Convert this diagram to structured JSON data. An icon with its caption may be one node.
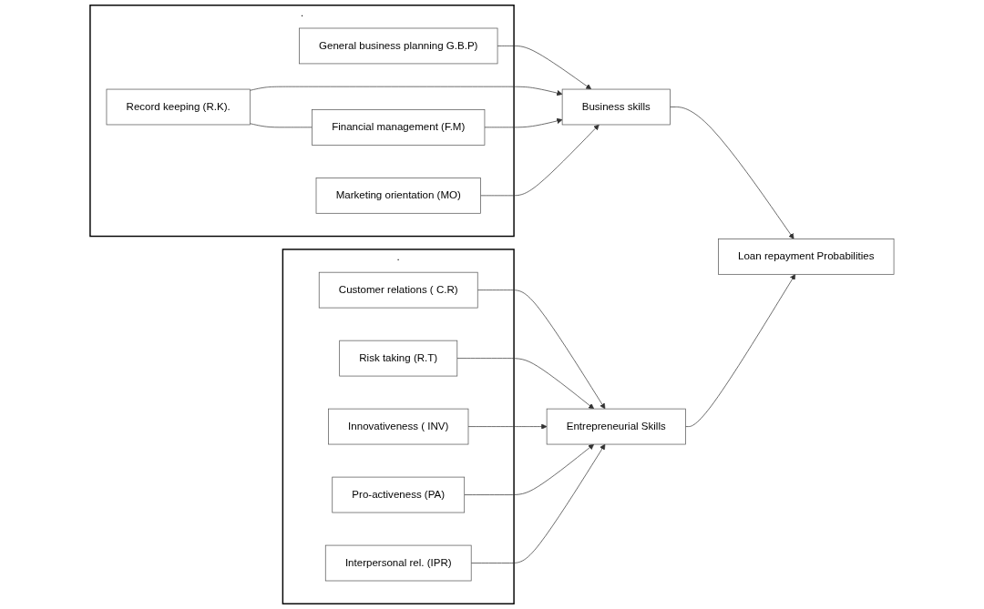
{
  "diagram": {
    "nodes": [
      {
        "text": [
          "."
        ]
      },
      {
        "text": [
          "General business planning G.B.P)"
        ],
        "in": 0
      },
      {
        "text": [
          "Record keeping (R.K)."
        ],
        "in": 0
      },
      {
        "text": [
          "Financial management (F.M)"
        ],
        "in": 0
      },
      {
        "text": [
          "Marketing orientation (MO)"
        ],
        "in": 0
      },
      {
        "text": [
          "Business skills"
        ]
      },
      {
        "text": [
          "."
        ]
      },
      {
        "text": [
          "Customer relations ( C.R)"
        ],
        "in": 6
      },
      {
        "text": [
          "Risk taking (R.T)"
        ],
        "in": 6
      },
      {
        "text": [
          "Innovativeness ( INV)"
        ],
        "in": 6
      },
      {
        "text": [
          "Pro-activeness (PA)"
        ],
        "in": 6
      },
      {
        "text": [
          "Interpersonal rel. (IPR)"
        ],
        "in": 6
      },
      {
        "text": [
          "Entrepreneurial Skills"
        ]
      },
      {
        "text": [
          "Loan repayment Probabilities"
        ]
      }
    ],
    "edges": [
      {
        "from": 1,
        "to": 5,
        "arrow": "to"
      },
      {
        "from": 2,
        "to": 5,
        "arrow": "to"
      },
      {
        "from": 3,
        "to": 5,
        "arrow": "to"
      },
      {
        "from": 4,
        "to": 5,
        "arrow": "to"
      },
      {
        "from": 2,
        "to": 3,
        "arrow": "none"
      },
      {
        "from": 7,
        "to": 12,
        "arrow": "to"
      },
      {
        "from": 8,
        "to": 12,
        "arrow": "to"
      },
      {
        "from": 9,
        "to": 12,
        "arrow": "to"
      },
      {
        "from": 10,
        "to": 12,
        "arrow": "to"
      },
      {
        "from": 11,
        "to": 12,
        "arrow": "to"
      },
      {
        "from": 5,
        "to": 13,
        "arrow": "to"
      },
      {
        "from": 12,
        "to": 13,
        "arrow": "to"
      }
    ]
  }
}
